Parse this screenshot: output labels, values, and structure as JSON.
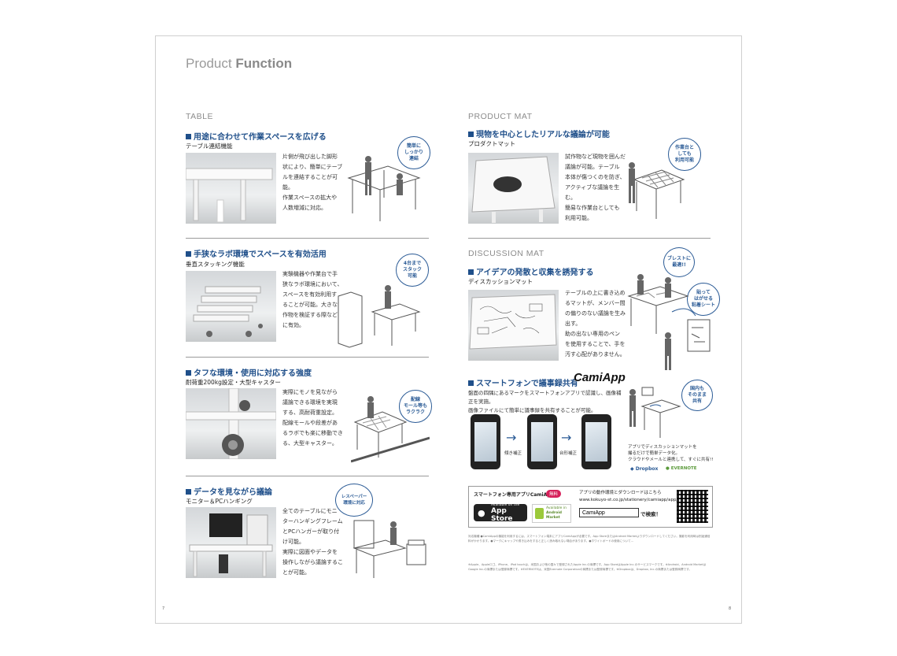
{
  "page": {
    "title_light": "Product",
    "title_bold": "Function"
  },
  "table_label": "TABLE",
  "table_sections": [
    {
      "heading": "用途に合わせて作業スペースを広げる",
      "subheading": "テーブル連結機能",
      "body": "片側が飛び出した脚形\n状により、簡単にテーブ\nルを連結することが可能。\n作業スペースの拡大や\n人数増減に対応。",
      "bubble": "簡単に\nしっかり\n連結"
    },
    {
      "heading": "手狭なラボ環境でスペースを有効活用",
      "subheading": "垂直スタッキング機能",
      "body": "実験機器や作業台で手\n狭なラボ環境において、\nスペースを有効利用す\nることが可能。大きな試\n作物を検証する際など\nに有効。",
      "bubble": "4台まで\nスタック\n可能"
    },
    {
      "heading": "タフな環境・使用に対応する強度",
      "subheading": "耐荷重200kg設定・大型キャスター",
      "body": "実際にモノを見ながら\n議論できる環境を実現\nする、高耐荷重設定。\n配線モールや段差があ\nるラボでも楽に移動でき\nる、大型キャスター。",
      "bubble": "配線\nモール等も\nラクラク"
    },
    {
      "heading": "データを見ながら議論",
      "subheading": "モニター＆PCハンギング",
      "body": "全てのテーブルにモニ\nターハンギングフレーム\nとPCハンガーが取り付\nけ可能。\n実際に図面やデータを\n操作しながら議論するこ\nとが可能。",
      "bubble": "レスペーパー\n環境に対応"
    }
  ],
  "product_mat": {
    "label": "PRODUCT MAT",
    "heading": "現物を中心としたリアルな議論が可能",
    "subheading": "プロダクトマット",
    "body": "試作物など現物を囲んだ\n議論が可能。テーブル\n本体が傷つくのを防ぎ、\nアクティブな議論を生む。\n簡易な作業台としても\n利用可能。",
    "bubble": "作業台と\nしても\n利用可能"
  },
  "discussion_mat": {
    "label": "DISCUSSION MAT",
    "heading": "アイデアの発散と収集を誘発する",
    "subheading": "ディスカッションマット",
    "body": "テーブルの上に書き込め\nるマットが、メンバー間\nの偏りのない議論を生み\n出す。\n助の出ない専用のペン\nを使用することで、手を\n汚す心配がありません。",
    "bubble1": "ブレストに\n最適!!",
    "bubble2": "貼って\nはがせる\n粘着シート"
  },
  "smartphone": {
    "heading": "スマートフォンで議事録共有",
    "logo": "CamiApp",
    "body": "盤面の四隅にあるマークをスマートフォンアプリで認識し、画像補正を実施。\n画像ファイルにて簡単に議事録を共有することが可能。",
    "step1": "傾き補正",
    "step2": "台形補正",
    "caption": "アプリでディスカッションマットを\n撮るだけで簡単データ化。\nクラウドやメールと連携して、すぐに共有!!",
    "bubble": "国内も\nそのまま\n共有",
    "dropbox": "Dropbox",
    "evernote": "EVERNOTE"
  },
  "promo": {
    "title": "スマートフォン専用アプリCamiApp",
    "free": "無料",
    "dl_text": "アプリの動作環境とダウンロードはこちら",
    "url": "www.kokuyo-st.co.jp/stationery/camiapp/app/",
    "search_value": "CamiApp",
    "search_suffix": "で検索！",
    "appstore_small": "Available on the",
    "appstore_big": "App Store",
    "android_small": "Available in",
    "android_big": "Android Market"
  },
  "fineprint": [
    "対応機種 ●CamiAppの機能を利用するには、スマートフォン端末にアプリCamiAppが必要です。App StoreまたはAndroid Marketよりダウンロードしてください。撮影を利用時は別途通信料がかかります。●マークにキャップや書き込みをすると正しく読み取れない場合があります。●ホワイトボードの使用について…",
    "※Apple、Appleロゴ、iPhone、iPod touchは、米国および他の国々で登録されたApple Inc.の商標です。App StoreはApple Inc.のサービスマークです。※Android、Android MarketはGoogle Inc.の商標または登録商標です。※EVERNOTEは、米国Evernote Corporationの商標または登録商標です。※Dropboxは、Dropbox, Inc.の商標または登録商標です。"
  ],
  "page_numbers": {
    "left": "7",
    "right": "8"
  }
}
